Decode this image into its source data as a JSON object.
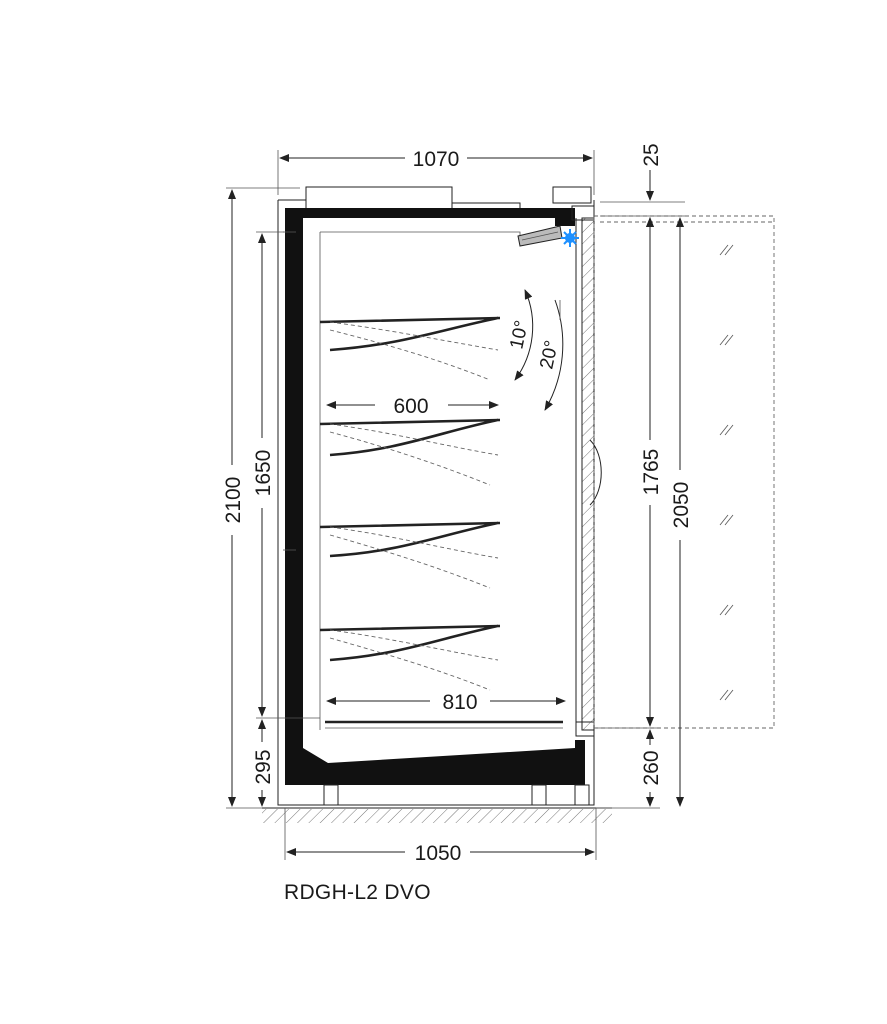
{
  "model_name": "RDGH-L2 DVO",
  "dimensions": {
    "top_width": "1070",
    "door_offset": "25",
    "total_height": "2100",
    "interior_height": "1650",
    "base_height": "295",
    "shelf_depth": "600",
    "bottom_depth": "810",
    "glass_height": "1765",
    "door_height": "2050",
    "door_base": "260",
    "base_width": "1050"
  },
  "angles": {
    "small": "10°",
    "large": "20°"
  },
  "colors": {
    "line": "#222222",
    "wall": "#111111",
    "cooling_fan": "#1e90ff"
  },
  "icons": {
    "fan": "cooling-fan-icon"
  }
}
